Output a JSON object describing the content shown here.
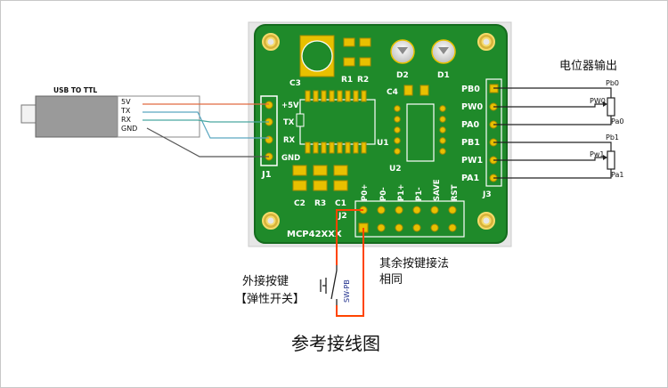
{
  "usb": {
    "label": "USB TO TTL",
    "pins": [
      "5V",
      "TX",
      "RX",
      "GND"
    ]
  },
  "board": {
    "name": "MCP42XXX",
    "j1": {
      "name": "J1",
      "pins": [
        "+5V",
        "TX",
        "RX",
        "GND"
      ]
    },
    "j2": {
      "name": "J2",
      "pins": [
        "P0+",
        "P0-",
        "P1+",
        "P1-",
        "SAVE",
        "RST"
      ]
    },
    "j3": {
      "name": "J3",
      "pins": [
        "PB0",
        "PW0",
        "PA0",
        "PB1",
        "PW1",
        "PA1"
      ]
    },
    "components": {
      "c1": "C1",
      "c2": "C2",
      "c3": "C3",
      "c4": "C4",
      "r1": "R1",
      "r2": "R2",
      "r3": "R3",
      "u1": "U1",
      "u2": "U2",
      "d1": "D1",
      "d2": "D2"
    }
  },
  "pot": {
    "title": "电位器输出",
    "pot0": {
      "b": "Pb0",
      "w": "PW0",
      "a": "Pa0"
    },
    "pot1": {
      "b": "Pb1",
      "w": "Pw1",
      "a": "Pa1"
    }
  },
  "switch": {
    "line1": "外接按键",
    "line2": "【弹性开关】",
    "part": "SW-PB"
  },
  "note": {
    "line1": "其余按键接法",
    "line2": "相同"
  },
  "caption": "参考接线图",
  "colors": {
    "board": "#1f8a2a",
    "pad": "#e8c000",
    "wire_5v": "#e06a40",
    "wire_tx": "#5aa7c0",
    "wire_rx": "#4aa8a0",
    "wire_gnd": "#555555",
    "wire_sw": "#ff4400"
  }
}
